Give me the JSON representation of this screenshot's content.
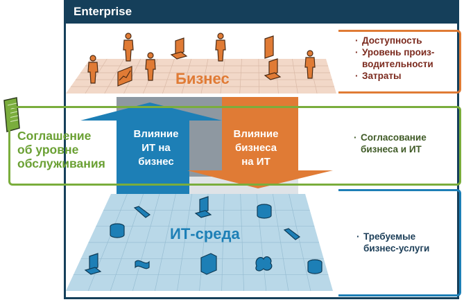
{
  "window": {
    "title": "Enterprise"
  },
  "layers": {
    "business": {
      "label": "Бизнес",
      "color": "#e07b35",
      "plane_color": "#f2d8c8"
    },
    "it": {
      "label": "ИТ-среда",
      "color": "#1d7fb6",
      "plane_color": "#b9d8e8"
    }
  },
  "arrows": {
    "it_to_business": {
      "text": [
        "Влияние",
        "ИТ на",
        "бизнес"
      ],
      "color": "#1d7fb6"
    },
    "business_to_it": {
      "text": [
        "Влияние",
        "бизнеса",
        "на ИТ"
      ],
      "color": "#e07b35"
    }
  },
  "sla": {
    "text": [
      "Соглашение",
      "об уровне",
      "обслуживания"
    ],
    "color": "#6aa033",
    "icon": "document-icon"
  },
  "side_boxes": {
    "business": {
      "border_color": "#e07b35",
      "items": [
        "Доступность",
        "Уровень произ-\nводительности",
        "Затраты"
      ]
    },
    "alignment": {
      "border_color": "#7aad3c",
      "items": [
        "Согласование\nбизнеса и ИТ"
      ]
    },
    "it": {
      "border_color": "#1d7fb6",
      "items": [
        "Требуемые\nбизнес-услуги"
      ]
    }
  },
  "business_icons": [
    "person-icon",
    "person-icon",
    "chart-icon",
    "person-icon",
    "computer-icon",
    "person-icon",
    "document-icon",
    "computer-icon",
    "person-icon"
  ],
  "it_icons": [
    "phone-icon",
    "computer-icon",
    "database-icon",
    "database-icon",
    "phone-icon",
    "computer-icon",
    "cable-icon",
    "server-icon",
    "cloud-icon",
    "database-icon"
  ],
  "bullet": "·"
}
